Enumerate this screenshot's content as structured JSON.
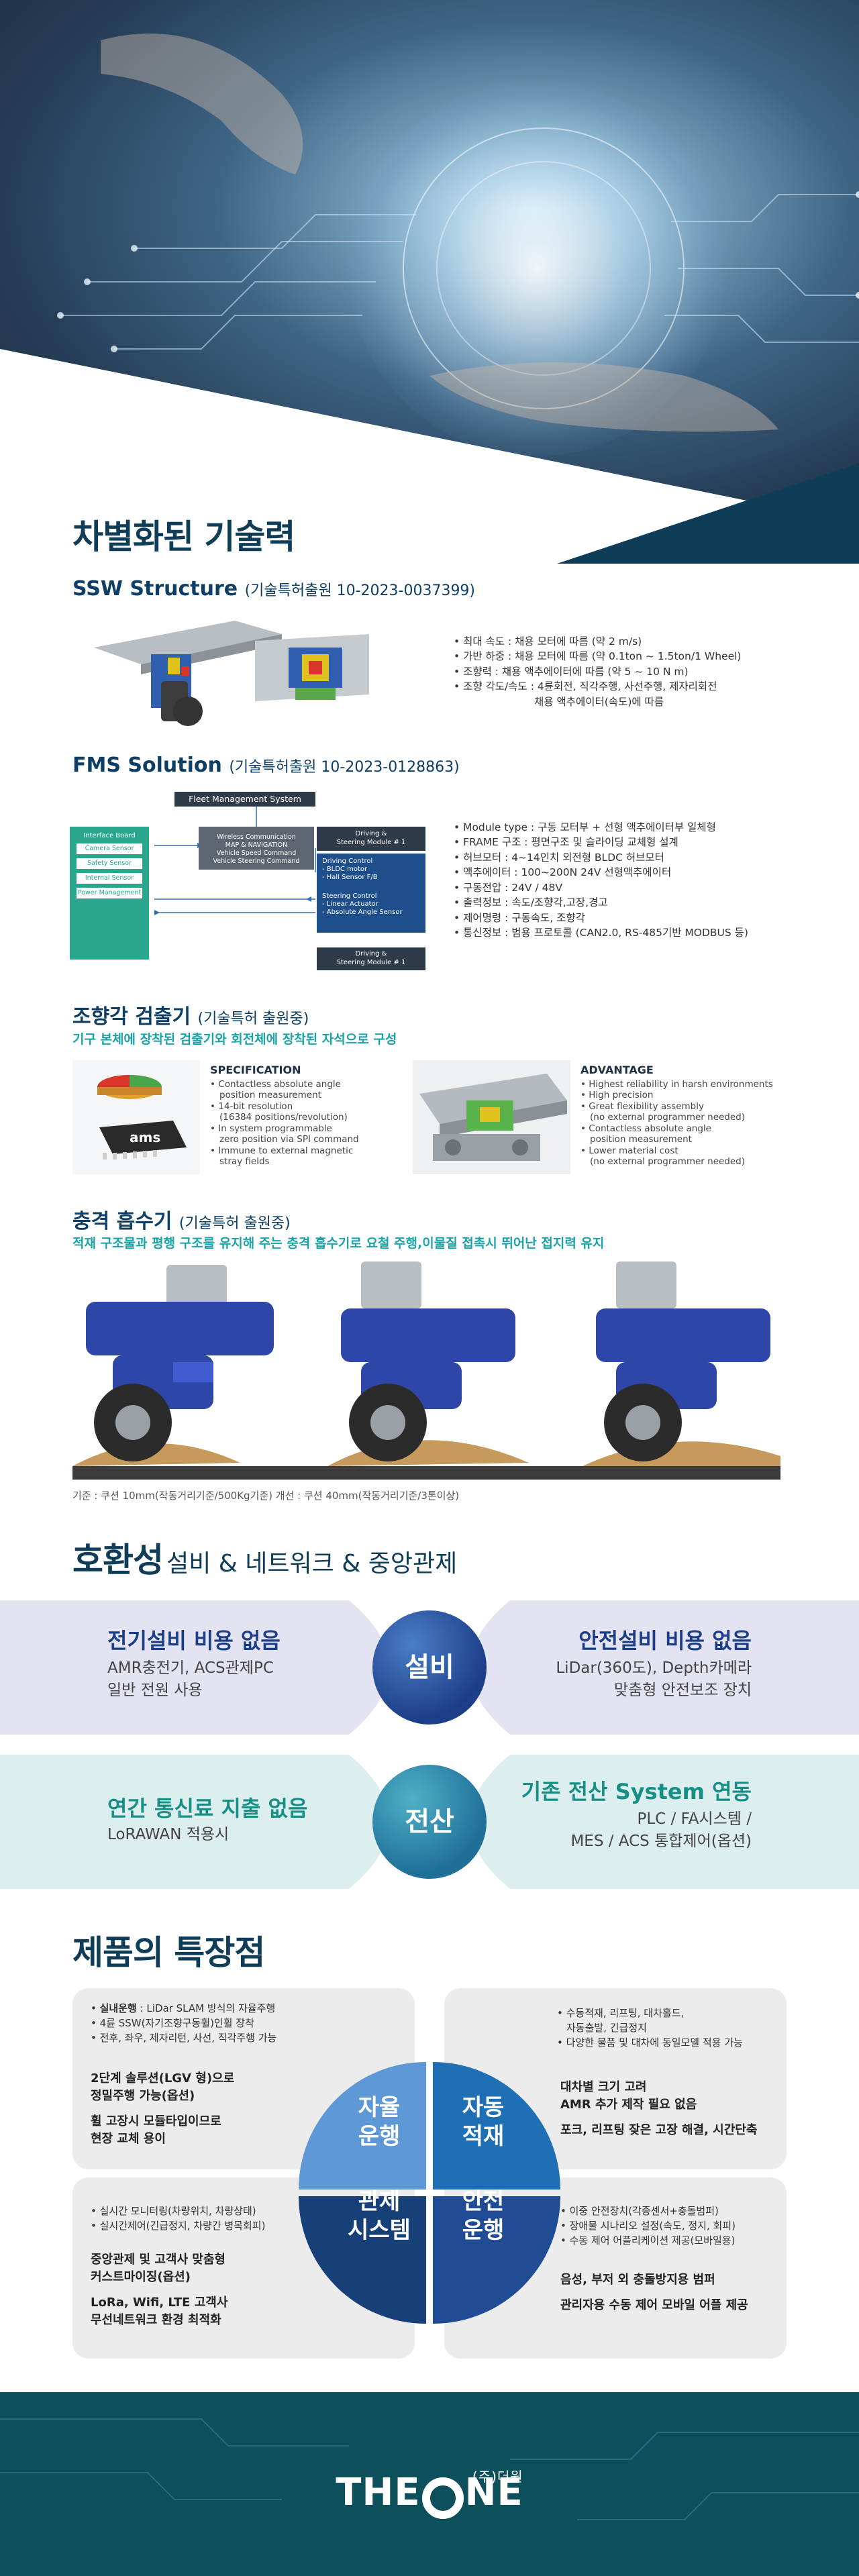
{
  "colors": {
    "navy": "#0f3d58",
    "teal": "#1aa3a8",
    "blue": "#1c3e86",
    "footer": "#0e4f5c"
  },
  "tech": {
    "title": "차별화된 기술력",
    "ssw": {
      "title": "SSW Structure",
      "note": "(기술특허출원 10-2023-0037399)",
      "specs": [
        "최대 속도 : 채용 모터에 따름 (약 2 m/s)",
        "가반 하중 : 채용 모터에 따름 (약 0.1ton ~ 1.5ton/1 Wheel)",
        "조향력 : 채용 액추에이터에 따름 (약 5 ~ 10 N m)",
        "조향 각도/속도 : 4륜회전, 직각주행, 사선주행, 제자리회전"
      ],
      "specs_cont": "채용 액추에이터(속도)에 따름"
    },
    "fms": {
      "title": "FMS Solution",
      "note": "(기술특허출원 10-2023-0128863)",
      "diagram": {
        "fleet": "Fleet Management System",
        "interface": "Interface Board",
        "tags": [
          "Camera Sensor",
          "Safety Sensor",
          "Internal Sensor",
          "Power Management"
        ],
        "wcm": [
          "Wireless Communication",
          "MAP & NAVIGATION",
          "Vehicle Speed Command",
          "Vehicle Steering Command"
        ],
        "dsm1": [
          "Driving &",
          "Steering Module # 1"
        ],
        "ctrl1": [
          "Driving Control",
          "- BLDC motor",
          "- Hall Sensor F/B"
        ],
        "ctrl2": [
          "Steering Control",
          "- Linear Actuator",
          "- Absolute Angle Sensor"
        ],
        "dsm2": [
          "Driving &",
          "Steering Module # 1"
        ]
      },
      "specs": [
        "Module type : 구동 모터부 + 선형 액추에이터부 일체형",
        "FRAME 구조 : 평면구조 및 슬라이딩 교체형 설계",
        "허브모터 : 4~14인치 외전형 BLDC 허브모터",
        "액추에이터 : 100~200N 24V 선형액추에이터",
        "구동전압 : 24V / 48V",
        "출력정보 : 속도/조향각,고장,경고",
        "제어명령 : 구동속도, 조향각",
        "통신정보 : 범용 프로토콜 (CAN2.0, RS-485기반 MODBUS 등)"
      ]
    },
    "sensor": {
      "title": "조향각 검출기",
      "note": "(기술특허 출원중)",
      "caption": "기구 본체에 장착된 검출기와 회전체에 장착된 자석으로 구성",
      "chip_label": "ams",
      "spec_h": "SPECIFICATION",
      "spec": [
        [
          "Contactless absolute angle",
          "position measurement"
        ],
        [
          "14-bit resolution",
          "(16384 positions/revolution)"
        ],
        [
          "In system programmable",
          "zero position via SPI command"
        ],
        [
          "Immune to external magnetic",
          "stray fields"
        ]
      ],
      "adv_h": "ADVANTAGE",
      "adv": [
        [
          "Highest reliability in harsh environments"
        ],
        [
          "High precision"
        ],
        [
          "Great flexibility assembly",
          "(no external programmer needed)"
        ],
        [
          "Contactless absolute angle",
          "position measurement"
        ],
        [
          "Lower material cost",
          "(no external programmer needed)"
        ]
      ]
    },
    "shock": {
      "title": "충격 흡수기",
      "note": "(기술특허 출원중)",
      "caption": "적재 구조물과 평행 구조를 유지해 주는 충격 흡수기로 요철 주행,이물질 접촉시 뛰어난 접지력 유지",
      "footnote": "기준 : 쿠션 10mm(작동거리기준/500Kg기준)  개선 : 쿠션 40mm(작동거리기준/3톤이상)"
    }
  },
  "compat": {
    "title": "호환성",
    "subtitle": "설비 & 네트워크 & 중앙관제",
    "row1": {
      "circle": "설비",
      "left_h": "전기설비 비용 없음",
      "left_t": [
        "AMR충전기, ACS관제PC",
        "일반 전원 사용"
      ],
      "right_h": "안전설비 비용 없음",
      "right_t": [
        "LiDar(360도), Depth카메라",
        "맞춤형 안전보조 장치"
      ]
    },
    "row2": {
      "circle": "전산",
      "left_h": "연간 통신료 지출 없음",
      "left_t": [
        "LoRAWAN 적용시"
      ],
      "right_h": "기존 전산 System 연동",
      "right_t": [
        "PLC / FA시스템 /",
        "MES / ACS 통합제어(옵션)"
      ]
    }
  },
  "features": {
    "title": "제품의 특장점",
    "q1": {
      "label": [
        "자율",
        "운행"
      ],
      "items": [
        {
          "b": "실내운행",
          "t": " : LiDar SLAM 방식의 자율주행"
        },
        {
          "b": "",
          "t": "4륜 SSW(자기조향구동휠)인휠 장착"
        },
        {
          "b": "",
          "t": "전후, 좌우, 제자리턴, 사선, 직각주행 가능"
        }
      ],
      "bold": [
        "2단계 솔루션(LGV 형)으로",
        "정밀주행 가능(옵션)",
        "휠 고장시 모듈타입이므로",
        "현장 교체 용이"
      ]
    },
    "q2": {
      "label": [
        "자동",
        "적재"
      ],
      "items": [
        "수동적재, 리프팅, 대차홀드,",
        "자동출발, 긴급정지",
        "다양한 물품 및 대차에 동일모델 적용 가능"
      ],
      "bold": [
        "대차별 크기 고려",
        "AMR 추가 제작 필요 없음",
        "포크, 리프팅 잦은 고장 해결, 시간단축"
      ]
    },
    "q3": {
      "label": [
        "관제",
        "시스템"
      ],
      "items": [
        "실시간 모니터링(차량위치, 차량상태)",
        "실시간제어(긴급정지, 차량간 병목회피)"
      ],
      "bold": [
        "중앙관제 및 고객사 맞춤형",
        "커스트마이징(옵션)",
        "LoRa, Wifi, LTE 고객사",
        "무선네트워크 환경 최적화"
      ]
    },
    "q4": {
      "label": [
        "안전",
        "운행"
      ],
      "items": [
        "이중 안전장치(각종센서+충돌범퍼)",
        "장애물 시나리오 설정(속도, 정지, 회피)",
        "수동 제어 어플리케이션 제공(모바일용)"
      ],
      "bold": [
        "음성, 부저 외 충돌방지용 범퍼",
        "관리자용 수동 제어 모바일 어플 제공"
      ]
    }
  },
  "footer": {
    "logo_main_1": "THE",
    "logo_o": "O",
    "logo_main_2": "NE",
    "logo_sub": "(주)더원"
  }
}
